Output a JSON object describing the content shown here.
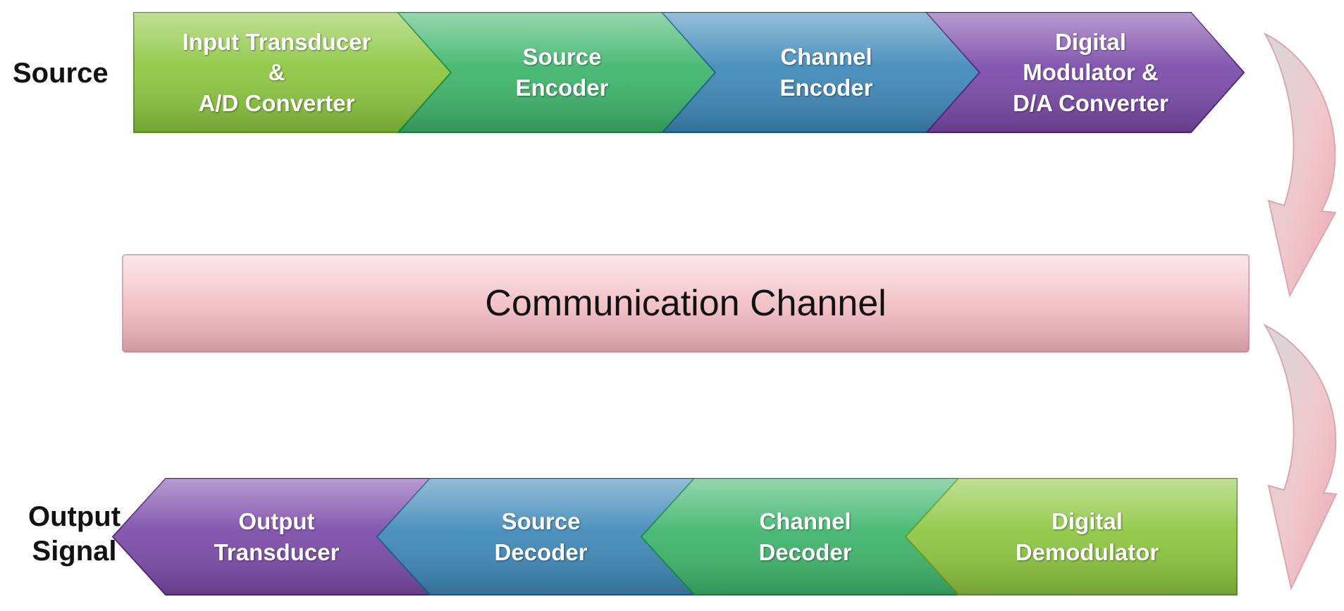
{
  "labels": {
    "source": "Source",
    "output_line1": "Output",
    "output_line2": "Signal"
  },
  "top_blocks": [
    {
      "lines": [
        "Input Transducer",
        "&",
        "A/D Converter"
      ],
      "color": "#8cc63f"
    },
    {
      "lines": [
        "Source",
        "Encoder"
      ],
      "color": "#3db56b"
    },
    {
      "lines": [
        "Channel",
        "Encoder"
      ],
      "color": "#3d88b8"
    },
    {
      "lines": [
        "Digital",
        "Modulator &",
        "D/A Converter"
      ],
      "color": "#7a4aa8"
    }
  ],
  "channel": {
    "label": "Communication Channel",
    "color": "#f2c2c8"
  },
  "bottom_blocks": [
    {
      "lines": [
        "Output",
        "Transducer"
      ],
      "color": "#7a4aa8"
    },
    {
      "lines": [
        "Source",
        "Decoder"
      ],
      "color": "#3d88b8"
    },
    {
      "lines": [
        "Channel",
        "Decoder"
      ],
      "color": "#3db56b"
    },
    {
      "lines": [
        "Digital",
        "Demodulator"
      ],
      "color": "#8cc63f"
    }
  ],
  "connector_color": "#f0b8c0"
}
